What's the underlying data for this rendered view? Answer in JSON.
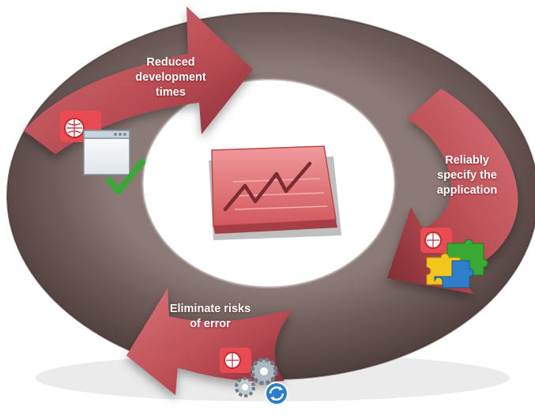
{
  "cycle": {
    "steps": [
      {
        "lines": [
          "Reduced",
          "development",
          "times"
        ],
        "icon": "browser-window-with-checkmark-icon"
      },
      {
        "lines": [
          "Reliably",
          "specify the",
          "application"
        ],
        "icon": "puzzle-pieces-icon"
      },
      {
        "lines": [
          "Eliminate risks",
          "of error"
        ],
        "icon": "gears-with-refresh-icon"
      }
    ],
    "center_icon": "rising-line-chart-icon"
  },
  "colors": {
    "ring": "#6e5c59",
    "arrow": "#c9585f",
    "chart_panel": "#e0777a",
    "check": "#3aa835"
  }
}
